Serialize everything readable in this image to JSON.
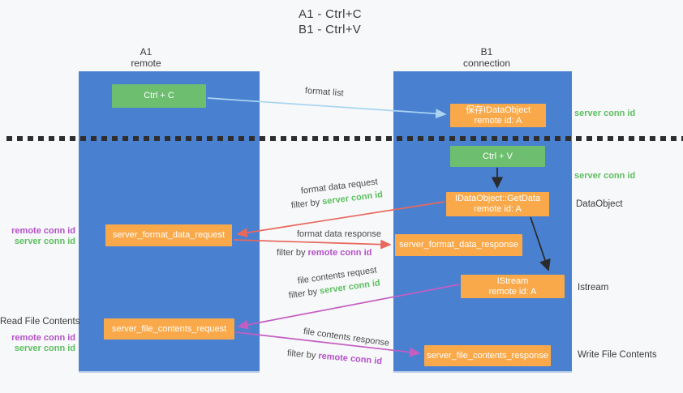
{
  "title": {
    "line1": "A1 - Ctrl+C",
    "line2": "B1 - Ctrl+V"
  },
  "lanes": {
    "a1": {
      "name": "A1",
      "role": "remote"
    },
    "b1": {
      "name": "B1",
      "role": "connection"
    }
  },
  "nodes": {
    "ctrl_c": {
      "label": "Ctrl + C"
    },
    "ctrl_v": {
      "label": "Ctrl + V"
    },
    "save_idataobject": {
      "line1": "保存IDataObject",
      "line2": "remote id: A"
    },
    "idataobject_getdata": {
      "line1": "IDataObject::GetData",
      "line2": "remote id: A"
    },
    "istream": {
      "line1": "IStream",
      "line2": "remote id: A"
    },
    "server_format_data_request": {
      "label": "server_format_data_request"
    },
    "server_format_data_response": {
      "label": "server_format_data_response"
    },
    "server_file_contents_request": {
      "label": "server_file_contents_request"
    },
    "server_file_contents_response": {
      "label": "server_file_contents_response"
    }
  },
  "arrow_labels": {
    "format_list": "format list",
    "format_data_request": "format data request",
    "format_data_response": "format data response",
    "file_contents_request": "file contents request",
    "file_contents_response": "file contents response",
    "filter_by": "filter by ",
    "server_conn_id": "server conn id",
    "remote_conn_id": "remote conn id"
  },
  "side_labels": {
    "server_conn_id_top": "server conn id",
    "server_conn_id_mid": "server conn id",
    "dataobject": "DataObject",
    "istream": "Istream",
    "write_file_contents": "Write File Contents",
    "read_file_contents": "Read File Contents",
    "remote_conn_id_format": "remote conn id",
    "server_conn_id_format": "server conn id",
    "remote_conn_id_file": "remote conn id",
    "server_conn_id_file": "server conn id"
  },
  "colors": {
    "lane_blue": "#4a80d0",
    "node_green": "#6dbf6f",
    "node_orange": "#f9a94a",
    "arrow_lightblue": "#a9d5f2",
    "arrow_red": "#e8685e",
    "arrow_magenta": "#c35ec3",
    "arrow_black": "#2b2b2b",
    "label_green": "#5cbf60",
    "label_purple": "#b350c8"
  }
}
